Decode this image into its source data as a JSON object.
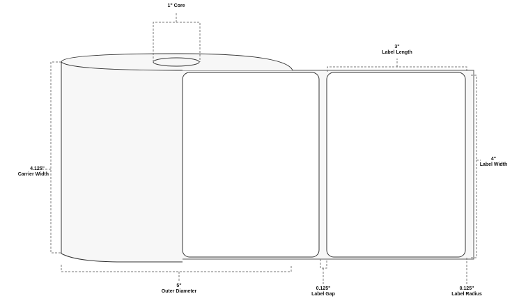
{
  "dimensions": {
    "core": {
      "value": "1\" Core"
    },
    "label_length": {
      "value": "3\"",
      "name": "Label Length"
    },
    "label_width": {
      "value": "4\"",
      "name": "Label Width"
    },
    "carrier_width": {
      "value": "4.125\"",
      "name": "Carrier Width"
    },
    "outer_diameter": {
      "value": "5\"",
      "name": "Outer Diameter"
    },
    "label_gap": {
      "value": "0.125\"",
      "name": "Label Gap"
    },
    "label_radius": {
      "value": "0.125\"",
      "name": "Label Radius"
    }
  },
  "colors": {
    "roll_fill": "#f7f7f7",
    "outline": "#333333",
    "dash": "#777777"
  }
}
